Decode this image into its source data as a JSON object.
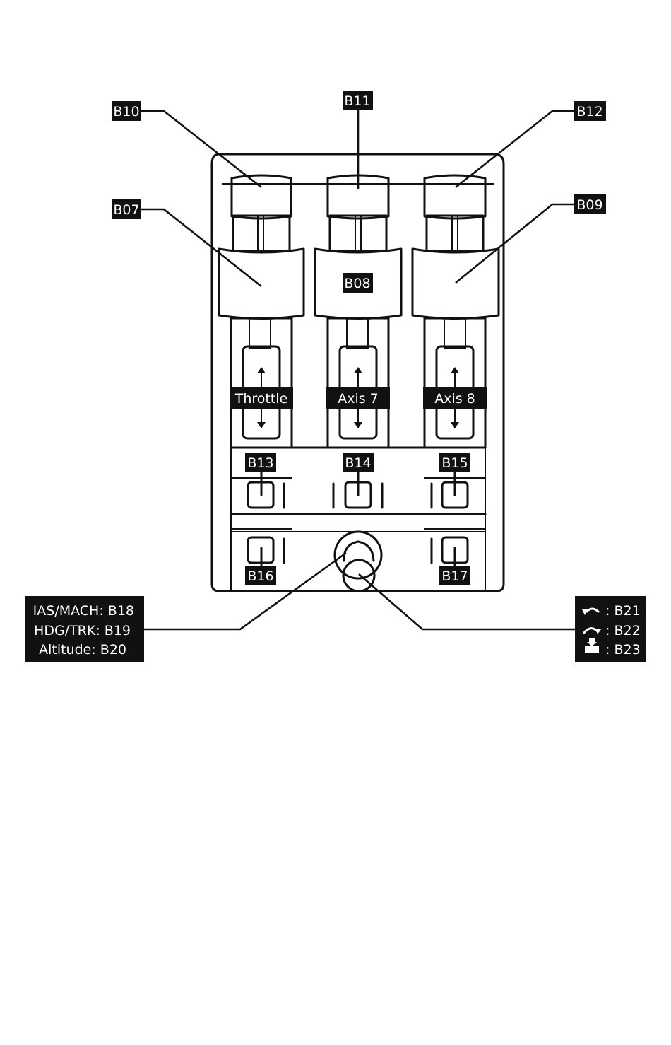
{
  "callouts": {
    "b10": "B10",
    "b11": "B11",
    "b12": "B12",
    "b07": "B07",
    "b08": "B08",
    "b09": "B09",
    "b13": "B13",
    "b14": "B14",
    "b15": "B15",
    "b16": "B16",
    "b17": "B17"
  },
  "axes": {
    "left": "Throttle",
    "middle": "Axis 7",
    "right": "Axis 8"
  },
  "knob_left": {
    "line1": "IAS/MACH: B18",
    "line2": "HDG/TRK: B19",
    "line3": "Altitude: B20"
  },
  "knob_right": {
    "line1": ": B21",
    "line2": ": B22",
    "line3": ": B23",
    "icons": [
      "rotate-left-icon",
      "rotate-right-icon",
      "push-down-icon"
    ]
  }
}
